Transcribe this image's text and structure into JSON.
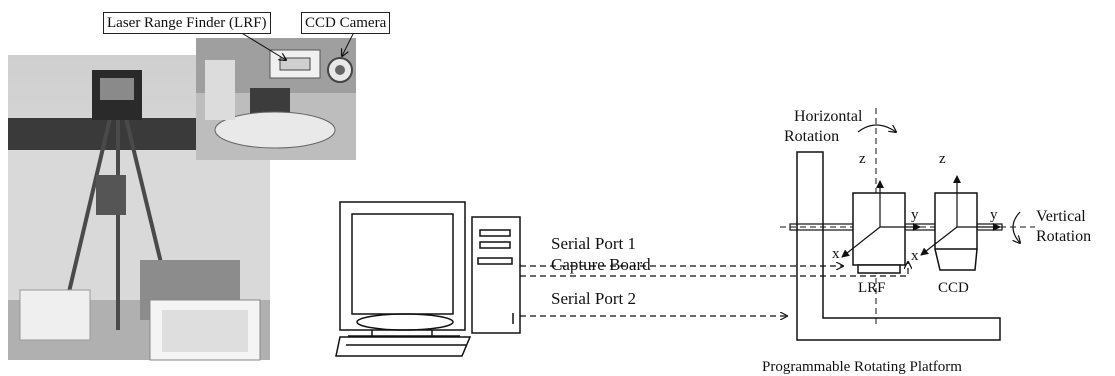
{
  "callouts": {
    "lrf": "Laser Range Finder (LRF)",
    "ccd": "CCD Camera"
  },
  "ports": {
    "serial1": "Serial Port 1",
    "capture": "Capture Board",
    "serial2": "Serial Port 2"
  },
  "rotations": {
    "horizontal_line1": "Horizontal",
    "horizontal_line2": "Rotation",
    "vertical_line1": "Vertical",
    "vertical_line2": "Rotation"
  },
  "axes": {
    "z": "z",
    "y": "y",
    "x": "x"
  },
  "devices": {
    "lrf": "LRF",
    "ccd": "CCD"
  },
  "platform_label": "Programmable Rotating Platform"
}
